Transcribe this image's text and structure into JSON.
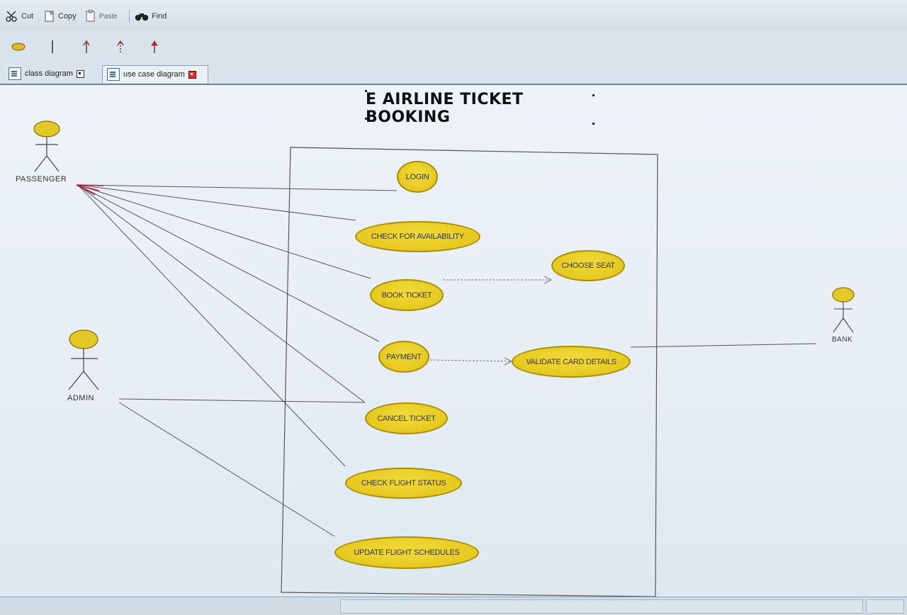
{
  "toolbar": {
    "cut_label": "Cut",
    "copy_label": "Copy",
    "paste_label": "Paste",
    "find_label": "Find"
  },
  "tools": [
    "ellipse-tool-icon",
    "line-tool-icon",
    "arrow-tool-icon",
    "dashed-arrow-tool-icon",
    "generalization-tool-icon"
  ],
  "tabs": [
    {
      "label": "class diagram",
      "active": false
    },
    {
      "label": "use case diagram",
      "active": true
    }
  ],
  "diagram": {
    "title": "E AIRLINE TICKET BOOKING",
    "actors": {
      "passenger": "PASSENGER",
      "admin": "ADMIN",
      "bank": "BANK"
    },
    "use_cases": {
      "login": "LOGIN",
      "check_availability": "CHECK FOR AVAILABILITY",
      "book_ticket": "BOOK TICKET",
      "choose_seat": "CHOOSE SEAT",
      "payment": "PAYMENT",
      "validate_card": "VALIDATE CARD DETAILS",
      "cancel_ticket": "CANCEL TICKET",
      "check_flight_status": "CHECK FLIGHT STATUS",
      "update_schedules": "UPDATE FLIGHT SCHEDULES"
    }
  },
  "colors": {
    "usecase_fill": "#e6c91f",
    "usecase_border": "#a98d07",
    "actor_head": "#e3c928",
    "association_line": "#555555",
    "actor_anchor": "#c0143c"
  }
}
